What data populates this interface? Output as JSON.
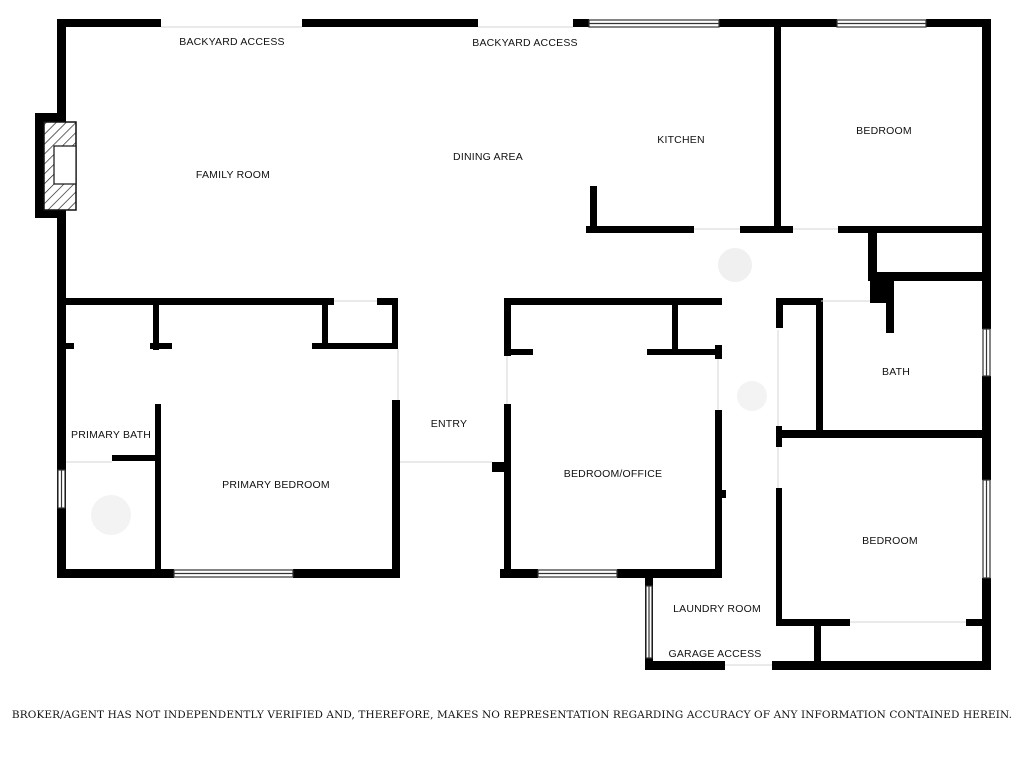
{
  "labels": {
    "backyard_access_1": "BACKYARD ACCESS",
    "backyard_access_2": "BACKYARD ACCESS",
    "family_room": "FAMILY ROOM",
    "dining_area": "DINING AREA",
    "kitchen": "KITCHEN",
    "bedroom_ne": "BEDROOM",
    "primary_bath": "PRIMARY BATH",
    "primary_bedroom": "PRIMARY BEDROOM",
    "entry": "ENTRY",
    "bedroom_office": "BEDROOM/OFFICE",
    "bath": "BATH",
    "bedroom_se": "BEDROOM",
    "laundry_room": "LAUNDRY ROOM",
    "garage_access": "GARAGE ACCESS"
  },
  "disclaimer": "BROKER/AGENT HAS NOT INDEPENDENTLY VERIFIED AND, THEREFORE, MAKES NO REPRESENTATION REGARDING ACCURACY OF ANY INFORMATION CONTAINED HEREIN."
}
